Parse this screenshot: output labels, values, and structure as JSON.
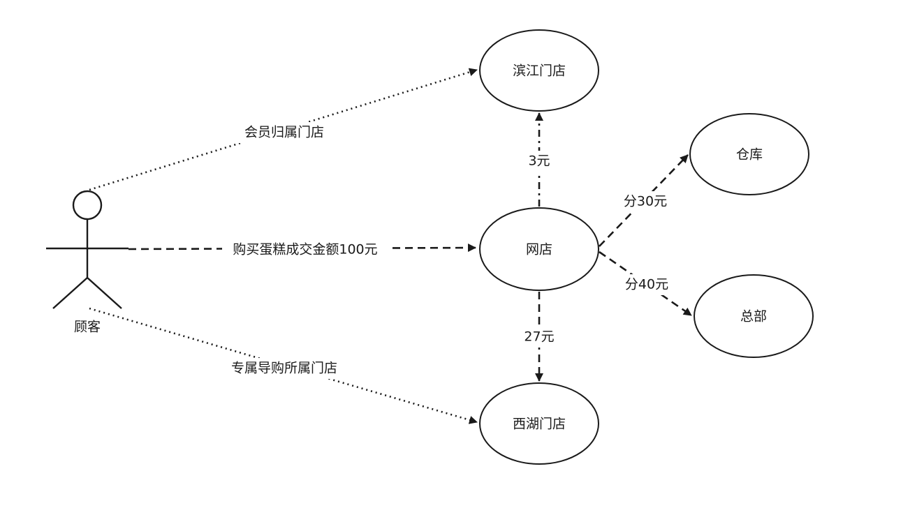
{
  "actor": {
    "name": "顾客"
  },
  "nodes": {
    "binjiang": "滨江门店",
    "online": "网店",
    "xihu": "西湖门店",
    "warehouse": "仓库",
    "hq": "总部"
  },
  "edges": {
    "member_store": "会员归属门店",
    "purchase": "购买蛋糕成交金额100元",
    "guide_store": "专属导购所属门店",
    "to_binjiang": "3元",
    "to_xihu": "27元",
    "to_warehouse": "分30元",
    "to_hq": "分40元"
  },
  "colors": {
    "stroke": "#1a1a1a",
    "background": "#ffffff"
  }
}
